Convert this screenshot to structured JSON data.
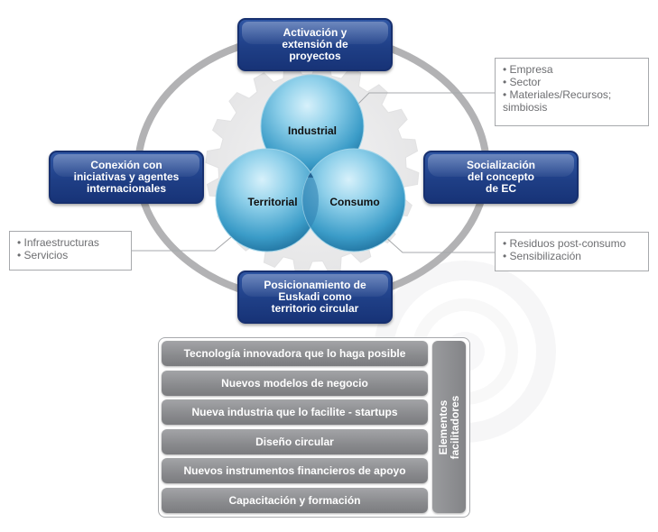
{
  "top_box": "Activación y\nextensión de\nproyectos",
  "left_box": "Conexión con\niniciativas y agentes\ninternacionales",
  "right_box": "Socialización\ndel concepto\nde EC",
  "bottom_box": "Posicionamiento de\nEuskadi como\nterritorio circular",
  "circles": {
    "industrial": "Industrial",
    "territorial": "Territorial",
    "consumo": "Consumo"
  },
  "notes": {
    "industrial": [
      "Empresa",
      "Sector",
      "Materiales/Recursos; simbiosis"
    ],
    "territorial": [
      "Infraestructuras",
      "Servicios"
    ],
    "consumo": [
      "Residuos post-consumo",
      "Sensibilización"
    ]
  },
  "enablers": [
    "Tecnología innovadora que lo haga posible",
    "Nuevos modelos de negocio",
    "Nueva industria que lo facilite - startups",
    "Diseño circular",
    "Nuevos instrumentos financieros de apoyo",
    "Capacitación y formación"
  ],
  "enablers_label": "Elementos\nfacilitadores",
  "colors": {
    "blue_box": "#1f3f86",
    "ring": "#b2b2b4",
    "circle_light": "#a9dcef",
    "circle_mid": "#3b9cc8",
    "circle_dark": "#1d6d9a",
    "overlap": "#1e5a8a",
    "enabler_gray": "#8c8d90",
    "note_text": "#6d6e71"
  }
}
